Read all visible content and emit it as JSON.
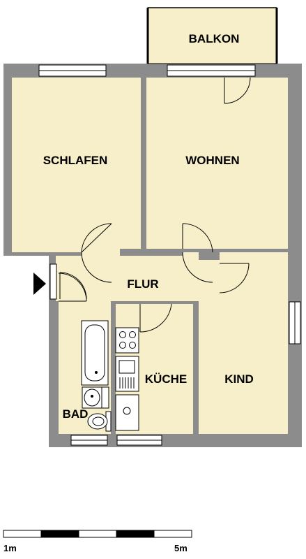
{
  "colors": {
    "wall": "#8c8c8c",
    "floor": "#f7efc9",
    "fixture_fill": "#ffffff",
    "line": "#000000"
  },
  "rooms": {
    "balkon": "BALKON",
    "schlafen": "SCHLAFEN",
    "wohnen": "WOHNEN",
    "flur": "FLUR",
    "kueche": "KÜCHE",
    "kind": "KIND",
    "bad": "BAD"
  },
  "scale": {
    "start_label": "1m",
    "end_label": "5m"
  },
  "icons": [
    "entrance-arrow-icon",
    "bathtub-icon",
    "sink-icon",
    "toilet-icon",
    "stove-icon",
    "kitchen-sink-icon"
  ]
}
